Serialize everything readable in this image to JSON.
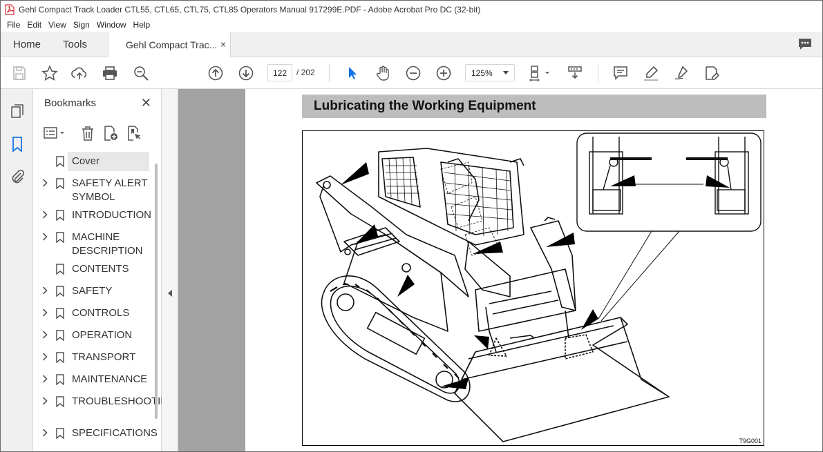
{
  "window": {
    "title": "Gehl Compact Track Loader CTL55, CTL65, CTL75, CTL85 Operators Manual 917299E.PDF - Adobe Acrobat Pro DC (32-bit)"
  },
  "menu": [
    "File",
    "Edit",
    "View",
    "Sign",
    "Window",
    "Help"
  ],
  "tabs": {
    "home": "Home",
    "tools": "Tools",
    "document": "Gehl Compact Trac...",
    "close": "×"
  },
  "toolbar": {
    "current_page": "122",
    "total_pages": "/ 202",
    "zoom": "125%"
  },
  "bookmarks": {
    "title": "Bookmarks",
    "close": "✕",
    "items": [
      {
        "label": "Cover",
        "expandable": false,
        "selected": true
      },
      {
        "label": "SAFETY ALERT SYMBOL",
        "expandable": true
      },
      {
        "label": "INTRODUCTION",
        "expandable": true
      },
      {
        "label": "MACHINE DESCRIPTION",
        "expandable": true
      },
      {
        "label": "CONTENTS",
        "expandable": false
      },
      {
        "label": "SAFETY",
        "expandable": true
      },
      {
        "label": "CONTROLS",
        "expandable": true
      },
      {
        "label": "OPERATION",
        "expandable": true
      },
      {
        "label": "TRANSPORT",
        "expandable": true
      },
      {
        "label": "MAINTENANCE",
        "expandable": true
      },
      {
        "label": "TROUBLESHOOTING",
        "expandable": true
      },
      {
        "label": "SPECIFICATIONS",
        "expandable": true
      }
    ]
  },
  "document": {
    "heading": "Lubricating the Working Equipment",
    "figure_code": "T9G001"
  },
  "colors": {
    "accent": "#1473e6",
    "heading_bg": "#bdbdbd",
    "canvas_gray": "#a3a3a3",
    "pdf_red": "#d7282f"
  }
}
